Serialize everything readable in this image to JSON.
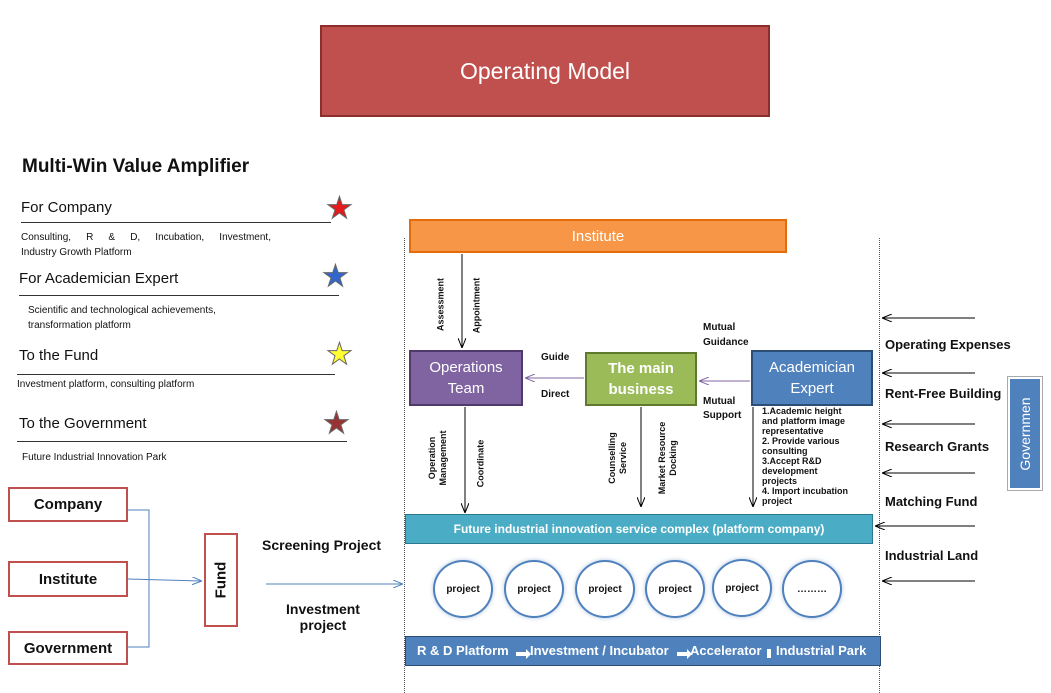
{
  "title": "Operating Model",
  "amplifier": {
    "heading": "Multi-Win Value Amplifier",
    "sections": [
      {
        "title": "For Company",
        "desc": [
          "Consulting, R & D, Incubation, Investment,",
          "Industry Growth Platform"
        ],
        "star_color": "#e41a1c"
      },
      {
        "title": "For Academician Expert",
        "desc": [
          "Scientific and technological achievements,",
          "transformation platform"
        ],
        "star_color": "#3366cc"
      },
      {
        "title": "To the Fund",
        "desc": [
          "Investment platform, consulting platform"
        ],
        "star_color": "#ffff33"
      },
      {
        "title": "To the Government",
        "desc": [
          "Future Industrial Innovation Park"
        ],
        "star_color": "#993333"
      }
    ]
  },
  "sources": [
    "Company",
    "Institute",
    "Government"
  ],
  "fund": "Fund",
  "flow": {
    "screening": "Screening Project",
    "investment": [
      "Investment",
      "project"
    ]
  },
  "institute": "Institute",
  "assessment": "Assessment",
  "appointment": "Appointment",
  "operations_team": [
    "Operations",
    "Team"
  ],
  "main_business": [
    "The main",
    "business"
  ],
  "academician": [
    "Academician",
    "Expert"
  ],
  "guide": "Guide",
  "direct": "Direct",
  "mutual_guidance": [
    "Mutual",
    "Guidance"
  ],
  "mutual_support": [
    "Mutual",
    "Support"
  ],
  "operation_management": [
    "Operation",
    "Management"
  ],
  "coordinate": "Coordinate",
  "counselling_service": [
    "Counselling",
    "Service"
  ],
  "market_resource": [
    "Market Resource",
    "Docking"
  ],
  "academician_roles": [
    "1.Academic height",
    "and platform image",
    "representative",
    "2. Provide various",
    "consulting",
    "3.Accept R&D",
    "development",
    "projects",
    "4. Import incubation",
    "project"
  ],
  "complex": "Future industrial innovation service complex (platform company)",
  "projects": [
    "project",
    "project",
    "project",
    "project",
    "project",
    "………"
  ],
  "platform_chain": [
    "R & D Platform",
    "Investment / Incubator",
    "Accelerator",
    "Industrial Park"
  ],
  "government_inputs": [
    "Operating Expenses",
    "Rent-Free Building",
    "Research Grants",
    "Matching Fund",
    "Industrial Land"
  ],
  "government": "Governmen"
}
